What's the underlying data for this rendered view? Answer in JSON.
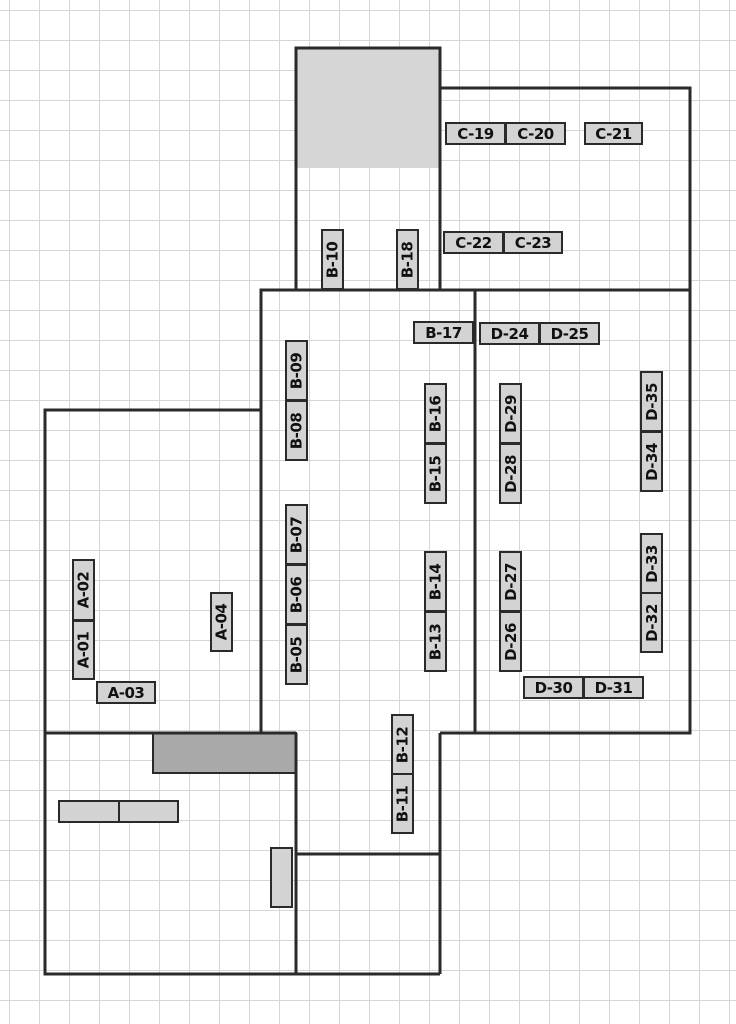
{
  "stalls": {
    "A-01": "A-01",
    "A-02": "A-02",
    "A-03": "A-03",
    "A-04": "A-04",
    "B-05": "B-05",
    "B-06": "B-06",
    "B-07": "B-07",
    "B-08": "B-08",
    "B-09": "B-09",
    "B-10": "B-10",
    "B-11": "B-11",
    "B-12": "B-12",
    "B-13": "B-13",
    "B-14": "B-14",
    "B-15": "B-15",
    "B-16": "B-16",
    "B-17": "B-17",
    "B-18": "B-18",
    "C-19": "C-19",
    "C-20": "C-20",
    "C-21": "C-21",
    "C-22": "C-22",
    "C-23": "C-23",
    "D-24": "D-24",
    "D-25": "D-25",
    "D-26": "D-26",
    "D-27": "D-27",
    "D-28": "D-28",
    "D-29": "D-29",
    "D-30": "D-30",
    "D-31": "D-31",
    "D-32": "D-32",
    "D-33": "D-33",
    "D-34": "D-34",
    "D-35": "D-35"
  }
}
